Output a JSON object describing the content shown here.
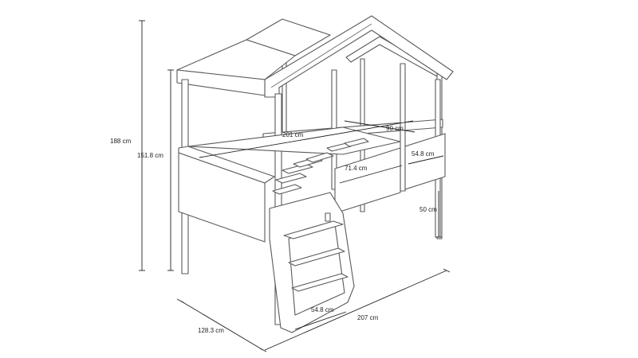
{
  "dimensions": {
    "total_height": "188 cm",
    "wall_height": "151.8 cm",
    "inner_length": "201 cm",
    "inner_width": "90 cm",
    "rail_length": "71.4 cm",
    "end_rail_length": "54.8 cm",
    "clearance_height": "50 cm",
    "depth": "128.3 cm",
    "ladder_width": "54.8 cm",
    "total_length": "207 cm"
  },
  "colors": {
    "outline": "#5a5a5a",
    "dimension_line": "#222222",
    "background": "#ffffff"
  }
}
